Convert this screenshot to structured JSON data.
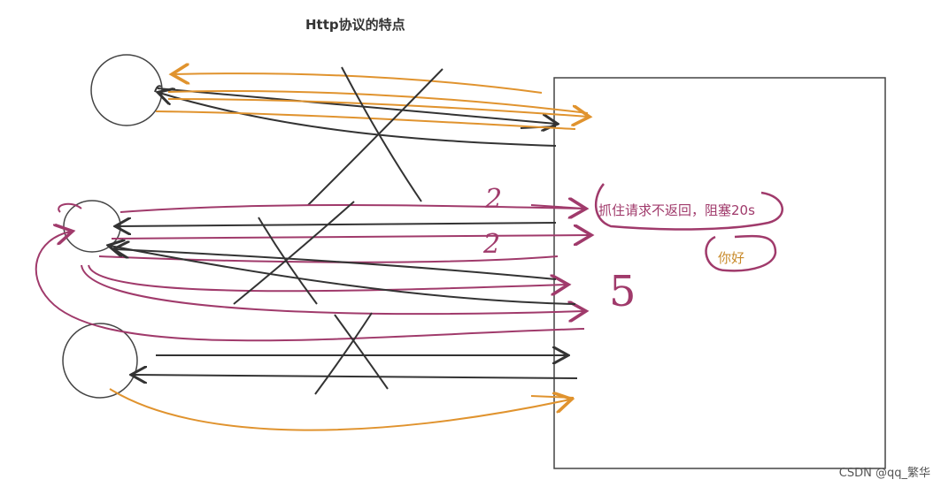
{
  "title": "Http协议的特点",
  "server_note": "抓住请求不返回，阻塞20s",
  "reply_text": "你好",
  "annotations": [
    "2",
    "2",
    "5"
  ],
  "watermark": "CSDN @qq_繁华",
  "colors": {
    "ink": "#333333",
    "orange": "#e0932e",
    "magenta": "#a03a6b"
  }
}
